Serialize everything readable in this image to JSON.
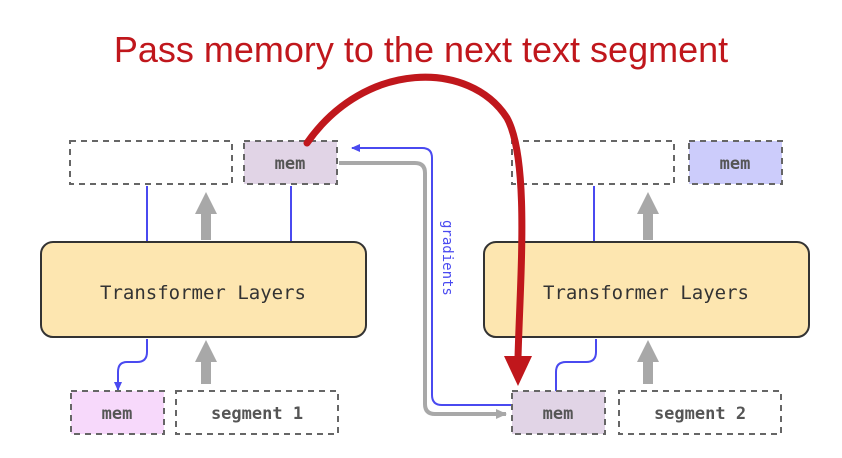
{
  "title": "Pass memory to the next text segment",
  "left_block": {
    "layers_label": "Transformer Layers",
    "mem_top_label": "mem",
    "mem_bottom_label": "mem",
    "segment_label": "segment 1"
  },
  "right_block": {
    "layers_label": "Transformer Layers",
    "mem_top_label": "mem",
    "mem_bottom_label": "mem",
    "segment_label": "segment 2"
  },
  "gradients_label": "gradients",
  "colors": {
    "title": "#c0171c",
    "layers_fill": "#fde6b0",
    "mem_purple": "#e1d4e6",
    "mem_pink": "#f7d9fb",
    "mem_blue": "#ccccfb",
    "blue_line": "#4a4af0",
    "gray_line": "#a8a8a8",
    "red_arrow": "#c0171c"
  }
}
